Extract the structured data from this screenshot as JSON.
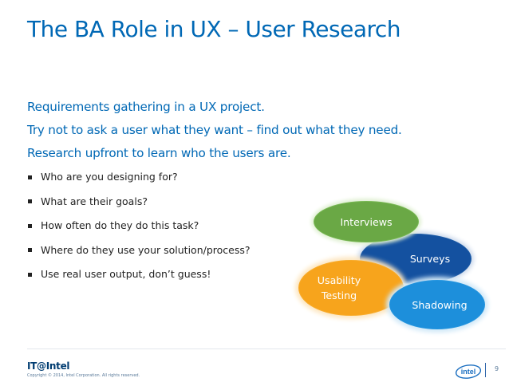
{
  "slide": {
    "title": "The BA Role in UX – User Research",
    "intro": [
      "Requirements gathering in a UX project.",
      "Try not to ask a user what they want – find out what they need.",
      "Research upfront to learn who the users are."
    ],
    "bullets": [
      "Who are you designing for?",
      "What are their goals?",
      "How often do they do this task?",
      "Where do they use your solution/process?",
      "Use real user output, don’t guess!"
    ],
    "methods": {
      "interviews": "Interviews",
      "surveys": "Surveys",
      "usability_line1": "Usability",
      "usability_line2": "Testing",
      "shadowing": "Shadowing"
    },
    "method_colors": {
      "interviews": "#6aa845",
      "surveys": "#1451a0",
      "usability": "#f7a41c",
      "shadowing": "#1d8fdb"
    }
  },
  "footer": {
    "brand": "IT@Intel",
    "copyright": "Copyright © 2014, Intel Corporation. All rights reserved.",
    "logo_text": "intel",
    "page_number": "9"
  },
  "colors": {
    "title": "#0068b5",
    "footer_brand": "#003c71"
  }
}
